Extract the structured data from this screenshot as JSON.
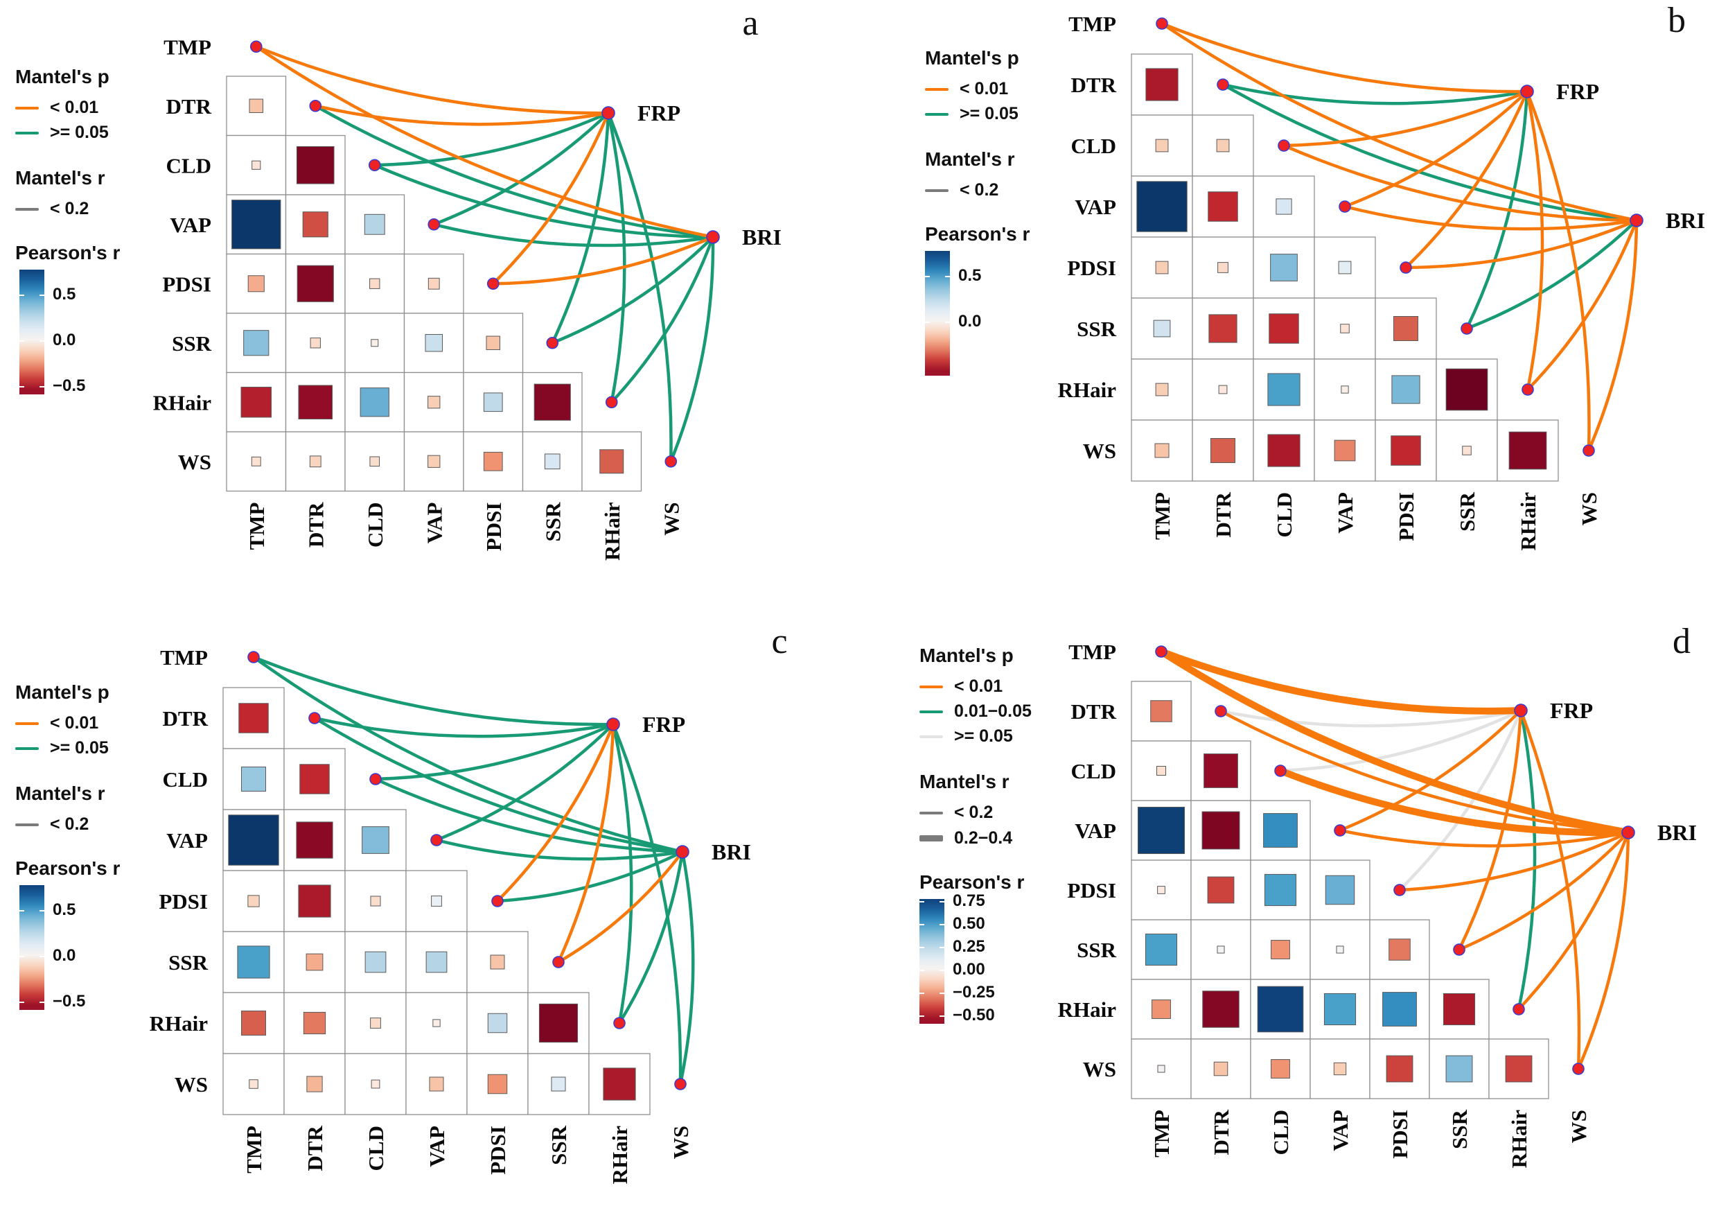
{
  "palette": {
    "orange": "#f8790b",
    "green": "#189b74",
    "light_gray_link": "#e2e2e2",
    "mantel_r_gray": "#7b7b7b",
    "node_fill": "#ee2222",
    "node_ring": "#3a3ad0",
    "grid_stroke": "#909090",
    "cell_stroke": "#5a5a5a"
  },
  "chart_data": [
    {
      "panel_label": "a",
      "type": "mantel-test-correlation-network",
      "variables": [
        "TMP",
        "DTR",
        "CLD",
        "VAP",
        "PDSI",
        "SSR",
        "RHair",
        "WS"
      ],
      "targets": [
        "FRP",
        "BRI"
      ],
      "pearson_matrix": [
        {
          "row": "DTR",
          "values": [
            -0.15
          ]
        },
        {
          "row": "CLD",
          "values": [
            -0.05,
            -0.62
          ]
        },
        {
          "row": "VAP",
          "values": [
            0.85,
            -0.38,
            0.28
          ]
        },
        {
          "row": "PDSI",
          "values": [
            -0.2,
            -0.6,
            -0.08,
            -0.1
          ]
        },
        {
          "row": "SSR",
          "values": [
            0.38,
            -0.08,
            -0.02,
            0.22,
            -0.15
          ]
        },
        {
          "row": "RHair",
          "values": [
            -0.48,
            -0.55,
            0.45,
            -0.12,
            0.25,
            -0.6
          ]
        },
        {
          "row": "WS",
          "values": [
            -0.06,
            -0.1,
            -0.07,
            -0.12,
            -0.25,
            0.18,
            -0.35
          ]
        }
      ],
      "links": [
        {
          "from": "TMP",
          "to": "FRP",
          "mantel_p": "< 0.01",
          "mantel_r": "< 0.2"
        },
        {
          "from": "DTR",
          "to": "FRP",
          "mantel_p": "< 0.01",
          "mantel_r": "< 0.2"
        },
        {
          "from": "CLD",
          "to": "FRP",
          "mantel_p": ">= 0.05",
          "mantel_r": "< 0.2"
        },
        {
          "from": "VAP",
          "to": "FRP",
          "mantel_p": ">= 0.05",
          "mantel_r": "< 0.2"
        },
        {
          "from": "PDSI",
          "to": "FRP",
          "mantel_p": "< 0.01",
          "mantel_r": "< 0.2"
        },
        {
          "from": "SSR",
          "to": "FRP",
          "mantel_p": ">= 0.05",
          "mantel_r": "< 0.2"
        },
        {
          "from": "RHair",
          "to": "FRP",
          "mantel_p": ">= 0.05",
          "mantel_r": "< 0.2"
        },
        {
          "from": "WS",
          "to": "FRP",
          "mantel_p": ">= 0.05",
          "mantel_r": "< 0.2"
        },
        {
          "from": "TMP",
          "to": "BRI",
          "mantel_p": "< 0.01",
          "mantel_r": "< 0.2"
        },
        {
          "from": "DTR",
          "to": "BRI",
          "mantel_p": ">= 0.05",
          "mantel_r": "< 0.2"
        },
        {
          "from": "CLD",
          "to": "BRI",
          "mantel_p": ">= 0.05",
          "mantel_r": "< 0.2"
        },
        {
          "from": "VAP",
          "to": "BRI",
          "mantel_p": ">= 0.05",
          "mantel_r": "< 0.2"
        },
        {
          "from": "PDSI",
          "to": "BRI",
          "mantel_p": "< 0.01",
          "mantel_r": "< 0.2"
        },
        {
          "from": "SSR",
          "to": "BRI",
          "mantel_p": ">= 0.05",
          "mantel_r": "< 0.2"
        },
        {
          "from": "RHair",
          "to": "BRI",
          "mantel_p": ">= 0.05",
          "mantel_r": "< 0.2"
        },
        {
          "from": "WS",
          "to": "BRI",
          "mantel_p": ">= 0.05",
          "mantel_r": "< 0.2"
        }
      ],
      "legend": {
        "mantel_p_title": "Mantel's p",
        "mantel_p_items": [
          {
            "label": "< 0.01",
            "class": "orange"
          },
          {
            "label": ">= 0.05",
            "class": "green"
          }
        ],
        "mantel_r_title": "Mantel's r",
        "mantel_r_items": [
          {
            "label": "< 0.2",
            "thickness": "thin"
          }
        ],
        "colorbar_title": "Pearson's r",
        "colorbar_ticks": [
          {
            "value": 0.5,
            "label": "0.5"
          },
          {
            "value": 0.0,
            "label": "0.0"
          },
          {
            "value": -0.5,
            "label": "−0.5"
          }
        ]
      }
    },
    {
      "panel_label": "b",
      "type": "mantel-test-correlation-network",
      "variables": [
        "TMP",
        "DTR",
        "CLD",
        "VAP",
        "PDSI",
        "SSR",
        "RHair",
        "WS"
      ],
      "targets": [
        "FRP",
        "BRI"
      ],
      "pearson_matrix": [
        {
          "row": "DTR",
          "values": [
            -0.5
          ]
        },
        {
          "row": "CLD",
          "values": [
            -0.12,
            -0.12
          ]
        },
        {
          "row": "VAP",
          "values": [
            0.85,
            -0.45,
            0.18
          ]
        },
        {
          "row": "PDSI",
          "values": [
            -0.12,
            -0.08,
            0.4,
            0.12
          ]
        },
        {
          "row": "SSR",
          "values": [
            0.2,
            -0.42,
            -0.45,
            -0.05,
            -0.35
          ]
        },
        {
          "row": "RHair",
          "values": [
            -0.12,
            -0.04,
            0.5,
            -0.02,
            0.42,
            -0.68
          ]
        },
        {
          "row": "WS",
          "values": [
            -0.15,
            -0.35,
            -0.5,
            -0.28,
            -0.45,
            -0.05,
            -0.6
          ]
        }
      ],
      "links": [
        {
          "from": "TMP",
          "to": "FRP",
          "mantel_p": "< 0.01",
          "mantel_r": "< 0.2"
        },
        {
          "from": "DTR",
          "to": "FRP",
          "mantel_p": ">= 0.05",
          "mantel_r": "< 0.2"
        },
        {
          "from": "CLD",
          "to": "FRP",
          "mantel_p": "< 0.01",
          "mantel_r": "< 0.2"
        },
        {
          "from": "VAP",
          "to": "FRP",
          "mantel_p": "< 0.01",
          "mantel_r": "< 0.2"
        },
        {
          "from": "PDSI",
          "to": "FRP",
          "mantel_p": "< 0.01",
          "mantel_r": "< 0.2"
        },
        {
          "from": "SSR",
          "to": "FRP",
          "mantel_p": ">= 0.05",
          "mantel_r": "< 0.2"
        },
        {
          "from": "RHair",
          "to": "FRP",
          "mantel_p": "< 0.01",
          "mantel_r": "< 0.2"
        },
        {
          "from": "WS",
          "to": "FRP",
          "mantel_p": "< 0.01",
          "mantel_r": "< 0.2"
        },
        {
          "from": "TMP",
          "to": "BRI",
          "mantel_p": "< 0.01",
          "mantel_r": "< 0.2"
        },
        {
          "from": "DTR",
          "to": "BRI",
          "mantel_p": ">= 0.05",
          "mantel_r": "< 0.2"
        },
        {
          "from": "CLD",
          "to": "BRI",
          "mantel_p": "< 0.01",
          "mantel_r": "< 0.2"
        },
        {
          "from": "VAP",
          "to": "BRI",
          "mantel_p": "< 0.01",
          "mantel_r": "< 0.2"
        },
        {
          "from": "PDSI",
          "to": "BRI",
          "mantel_p": "< 0.01",
          "mantel_r": "< 0.2"
        },
        {
          "from": "SSR",
          "to": "BRI",
          "mantel_p": ">= 0.05",
          "mantel_r": "< 0.2"
        },
        {
          "from": "RHair",
          "to": "BRI",
          "mantel_p": "< 0.01",
          "mantel_r": "< 0.2"
        },
        {
          "from": "WS",
          "to": "BRI",
          "mantel_p": "< 0.01",
          "mantel_r": "< 0.2"
        }
      ],
      "legend": {
        "mantel_p_title": "Mantel's p",
        "mantel_p_items": [
          {
            "label": "< 0.01",
            "class": "orange"
          },
          {
            "label": ">= 0.05",
            "class": "green"
          }
        ],
        "mantel_r_title": "Mantel's r",
        "mantel_r_items": [
          {
            "label": "< 0.2",
            "thickness": "thin"
          }
        ],
        "colorbar_title": "Pearson's r",
        "colorbar_ticks": [
          {
            "value": 0.5,
            "label": "0.5"
          },
          {
            "value": 0.0,
            "label": "0.0"
          }
        ]
      }
    },
    {
      "panel_label": "c",
      "type": "mantel-test-correlation-network",
      "variables": [
        "TMP",
        "DTR",
        "CLD",
        "VAP",
        "PDSI",
        "SSR",
        "RHair",
        "WS"
      ],
      "targets": [
        "FRP",
        "BRI"
      ],
      "pearson_matrix": [
        {
          "row": "DTR",
          "values": [
            -0.45
          ]
        },
        {
          "row": "CLD",
          "values": [
            0.35,
            -0.45
          ]
        },
        {
          "row": "VAP",
          "values": [
            0.85,
            -0.58,
            0.4
          ]
        },
        {
          "row": "PDSI",
          "values": [
            -0.1,
            -0.5,
            -0.07,
            0.08
          ]
        },
        {
          "row": "SSR",
          "values": [
            0.5,
            -0.2,
            0.28,
            0.28,
            -0.15
          ]
        },
        {
          "row": "RHair",
          "values": [
            -0.35,
            -0.3,
            -0.08,
            -0.02,
            0.25,
            -0.62
          ]
        },
        {
          "row": "WS",
          "values": [
            -0.05,
            -0.18,
            -0.04,
            -0.15,
            -0.25,
            0.15,
            -0.5
          ]
        }
      ],
      "links": [
        {
          "from": "TMP",
          "to": "FRP",
          "mantel_p": ">= 0.05",
          "mantel_r": "< 0.2"
        },
        {
          "from": "DTR",
          "to": "FRP",
          "mantel_p": ">= 0.05",
          "mantel_r": "< 0.2"
        },
        {
          "from": "CLD",
          "to": "FRP",
          "mantel_p": ">= 0.05",
          "mantel_r": "< 0.2"
        },
        {
          "from": "VAP",
          "to": "FRP",
          "mantel_p": ">= 0.05",
          "mantel_r": "< 0.2"
        },
        {
          "from": "PDSI",
          "to": "FRP",
          "mantel_p": "< 0.01",
          "mantel_r": "< 0.2"
        },
        {
          "from": "SSR",
          "to": "FRP",
          "mantel_p": "< 0.01",
          "mantel_r": "< 0.2"
        },
        {
          "from": "RHair",
          "to": "FRP",
          "mantel_p": ">= 0.05",
          "mantel_r": "< 0.2"
        },
        {
          "from": "WS",
          "to": "FRP",
          "mantel_p": ">= 0.05",
          "mantel_r": "< 0.2"
        },
        {
          "from": "TMP",
          "to": "BRI",
          "mantel_p": ">= 0.05",
          "mantel_r": "< 0.2"
        },
        {
          "from": "DTR",
          "to": "BRI",
          "mantel_p": ">= 0.05",
          "mantel_r": "< 0.2"
        },
        {
          "from": "CLD",
          "to": "BRI",
          "mantel_p": ">= 0.05",
          "mantel_r": "< 0.2"
        },
        {
          "from": "VAP",
          "to": "BRI",
          "mantel_p": ">= 0.05",
          "mantel_r": "< 0.2"
        },
        {
          "from": "PDSI",
          "to": "BRI",
          "mantel_p": ">= 0.05",
          "mantel_r": "< 0.2"
        },
        {
          "from": "SSR",
          "to": "BRI",
          "mantel_p": "< 0.01",
          "mantel_r": "< 0.2"
        },
        {
          "from": "RHair",
          "to": "BRI",
          "mantel_p": ">= 0.05",
          "mantel_r": "< 0.2"
        },
        {
          "from": "WS",
          "to": "BRI",
          "mantel_p": ">= 0.05",
          "mantel_r": "< 0.2"
        }
      ],
      "legend": {
        "mantel_p_title": "Mantel's p",
        "mantel_p_items": [
          {
            "label": "< 0.01",
            "class": "orange"
          },
          {
            "label": ">= 0.05",
            "class": "green"
          }
        ],
        "mantel_r_title": "Mantel's r",
        "mantel_r_items": [
          {
            "label": "< 0.2",
            "thickness": "thin"
          }
        ],
        "colorbar_title": "Pearson's r",
        "colorbar_ticks": [
          {
            "value": 0.5,
            "label": "0.5"
          },
          {
            "value": 0.0,
            "label": "0.0"
          },
          {
            "value": -0.5,
            "label": "−0.5"
          }
        ]
      }
    },
    {
      "panel_label": "d",
      "type": "mantel-test-correlation-network",
      "variables": [
        "TMP",
        "DTR",
        "CLD",
        "VAP",
        "PDSI",
        "SSR",
        "RHair",
        "WS"
      ],
      "targets": [
        "FRP",
        "BRI"
      ],
      "pearson_matrix": [
        {
          "row": "DTR",
          "values": [
            -0.3
          ]
        },
        {
          "row": "CLD",
          "values": [
            -0.06,
            -0.55
          ]
        },
        {
          "row": "VAP",
          "values": [
            0.8,
            -0.62,
            0.55
          ]
        },
        {
          "row": "PDSI",
          "values": [
            -0.03,
            -0.4,
            0.5,
            0.45
          ]
        },
        {
          "row": "SSR",
          "values": [
            0.5,
            0.02,
            -0.25,
            0.02,
            -0.3
          ]
        },
        {
          "row": "RHair",
          "values": [
            -0.25,
            -0.6,
            0.78,
            0.5,
            0.55,
            -0.5
          ]
        },
        {
          "row": "WS",
          "values": [
            0.02,
            -0.15,
            -0.25,
            -0.12,
            -0.4,
            0.4,
            -0.4
          ]
        }
      ],
      "links": [
        {
          "from": "TMP",
          "to": "FRP",
          "mantel_p": "< 0.01",
          "mantel_r": "0.2−0.4"
        },
        {
          "from": "DTR",
          "to": "FRP",
          "mantel_p": ">= 0.05",
          "mantel_r": "< 0.2"
        },
        {
          "from": "CLD",
          "to": "FRP",
          "mantel_p": ">= 0.05",
          "mantel_r": "< 0.2"
        },
        {
          "from": "VAP",
          "to": "FRP",
          "mantel_p": "< 0.01",
          "mantel_r": "< 0.2"
        },
        {
          "from": "PDSI",
          "to": "FRP",
          "mantel_p": ">= 0.05",
          "mantel_r": "< 0.2"
        },
        {
          "from": "SSR",
          "to": "FRP",
          "mantel_p": "< 0.01",
          "mantel_r": "< 0.2"
        },
        {
          "from": "RHair",
          "to": "FRP",
          "mantel_p": "0.01−0.05",
          "mantel_r": "< 0.2"
        },
        {
          "from": "WS",
          "to": "FRP",
          "mantel_p": "< 0.01",
          "mantel_r": "< 0.2"
        },
        {
          "from": "TMP",
          "to": "BRI",
          "mantel_p": "< 0.01",
          "mantel_r": "0.2−0.4"
        },
        {
          "from": "DTR",
          "to": "BRI",
          "mantel_p": "< 0.01",
          "mantel_r": "< 0.2"
        },
        {
          "from": "CLD",
          "to": "BRI",
          "mantel_p": "< 0.01",
          "mantel_r": "0.2−0.4"
        },
        {
          "from": "VAP",
          "to": "BRI",
          "mantel_p": "< 0.01",
          "mantel_r": "< 0.2"
        },
        {
          "from": "PDSI",
          "to": "BRI",
          "mantel_p": "< 0.01",
          "mantel_r": "< 0.2"
        },
        {
          "from": "SSR",
          "to": "BRI",
          "mantel_p": "< 0.01",
          "mantel_r": "< 0.2"
        },
        {
          "from": "RHair",
          "to": "BRI",
          "mantel_p": "< 0.01",
          "mantel_r": "< 0.2"
        },
        {
          "from": "WS",
          "to": "BRI",
          "mantel_p": "< 0.01",
          "mantel_r": "< 0.2"
        }
      ],
      "legend": {
        "mantel_p_title": "Mantel's p",
        "mantel_p_items": [
          {
            "label": "< 0.01",
            "class": "orange"
          },
          {
            "label": "0.01−0.05",
            "class": "green"
          },
          {
            "label": ">= 0.05",
            "class": "light_gray_link"
          }
        ],
        "mantel_r_title": "Mantel's r",
        "mantel_r_items": [
          {
            "label": "< 0.2",
            "thickness": "thin"
          },
          {
            "label": "0.2−0.4",
            "thickness": "thick"
          }
        ],
        "colorbar_title": "Pearson's r",
        "colorbar_ticks": [
          {
            "value": 0.75,
            "label": "0.75"
          },
          {
            "value": 0.5,
            "label": "0.50"
          },
          {
            "value": 0.25,
            "label": "0.25"
          },
          {
            "value": 0.0,
            "label": "0.00"
          },
          {
            "value": -0.25,
            "label": "−0.25"
          },
          {
            "value": -0.5,
            "label": "−0.50"
          }
        ]
      }
    }
  ]
}
